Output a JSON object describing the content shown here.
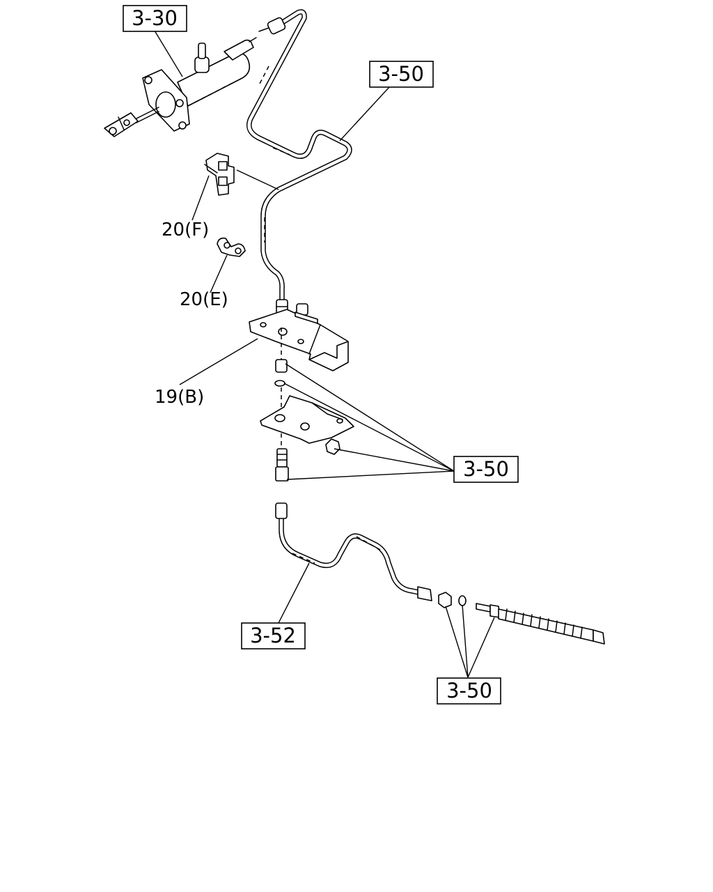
{
  "callouts": {
    "c1": "3-30",
    "c2": "3-50",
    "c3": "3-50",
    "c4": "3-52",
    "c5": "3-50"
  },
  "labels": {
    "l1": "20(F)",
    "l2": "20(E)",
    "l3": "19(B)"
  },
  "icons": [
    "master-cylinder-icon",
    "clip-icon",
    "bracket-icon",
    "nut-icon",
    "washer-icon",
    "bolt-icon",
    "hose-icon"
  ]
}
